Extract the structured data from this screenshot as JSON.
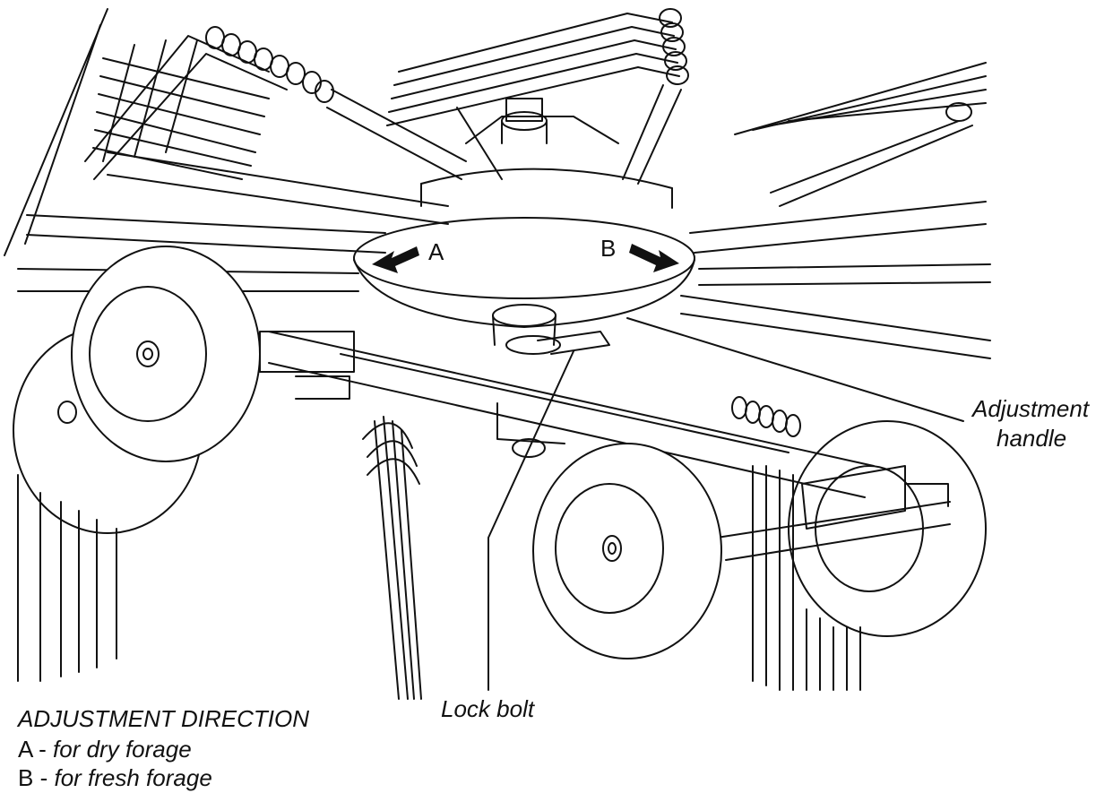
{
  "labels": {
    "adjustment_handle_line1": "Adjustment",
    "adjustment_handle_line2": "handle",
    "lock_bolt": "Lock bolt",
    "arrow_a": "A",
    "arrow_b": "B"
  },
  "legend": {
    "heading": "ADJUSTMENT DIRECTION",
    "items": [
      {
        "key": "A -",
        "text": "for dry forage"
      },
      {
        "key": "B -",
        "text": "for fresh forage"
      }
    ]
  },
  "colors": {
    "ink": "#111111",
    "paper": "#ffffff"
  }
}
